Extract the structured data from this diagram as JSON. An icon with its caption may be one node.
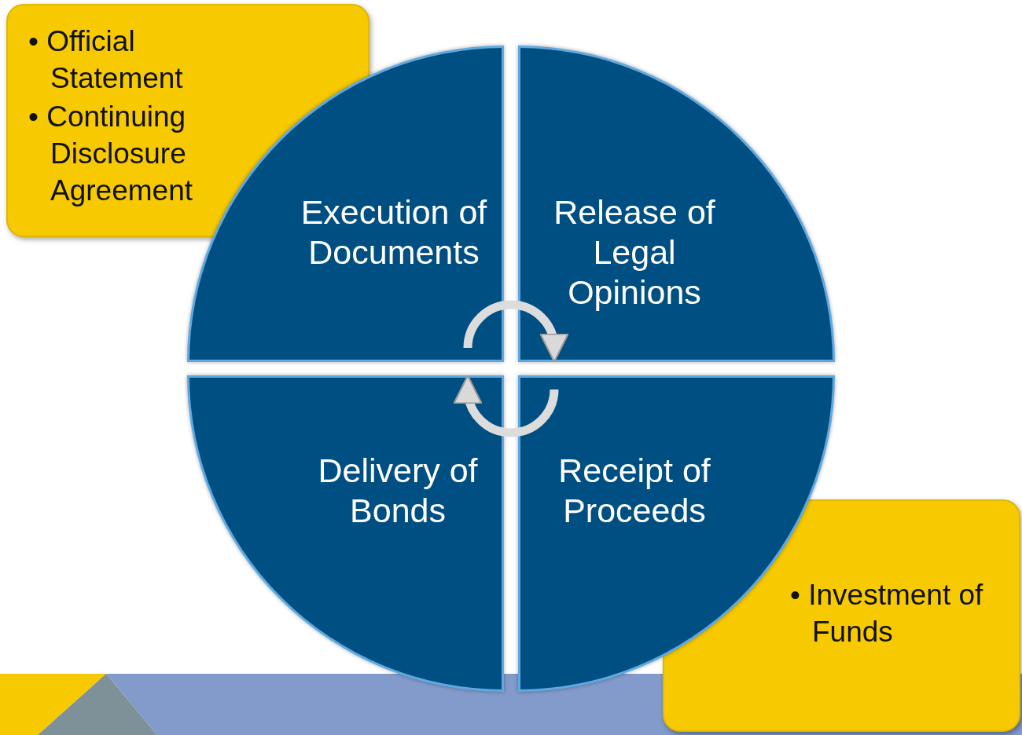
{
  "diagram": {
    "nodes": [
      {
        "text": [
          "• Official Statement",
          "• Continuing Disclosure Agreement"
        ]
      },
      {
        "text": [
          "Execution of Documents"
        ]
      },
      {
        "text": [
          "Release of Legal Opinions"
        ]
      },
      {
        "text": [
          "Delivery of Bonds"
        ]
      },
      {
        "text": [
          "Receipt of Proceeds"
        ]
      },
      {
        "text": [
          "• Investment of Funds"
        ]
      }
    ],
    "edges": [
      {
        "from": 1,
        "to": 2,
        "arrow": "to"
      },
      {
        "from": 4,
        "to": 3,
        "arrow": "to"
      }
    ]
  }
}
